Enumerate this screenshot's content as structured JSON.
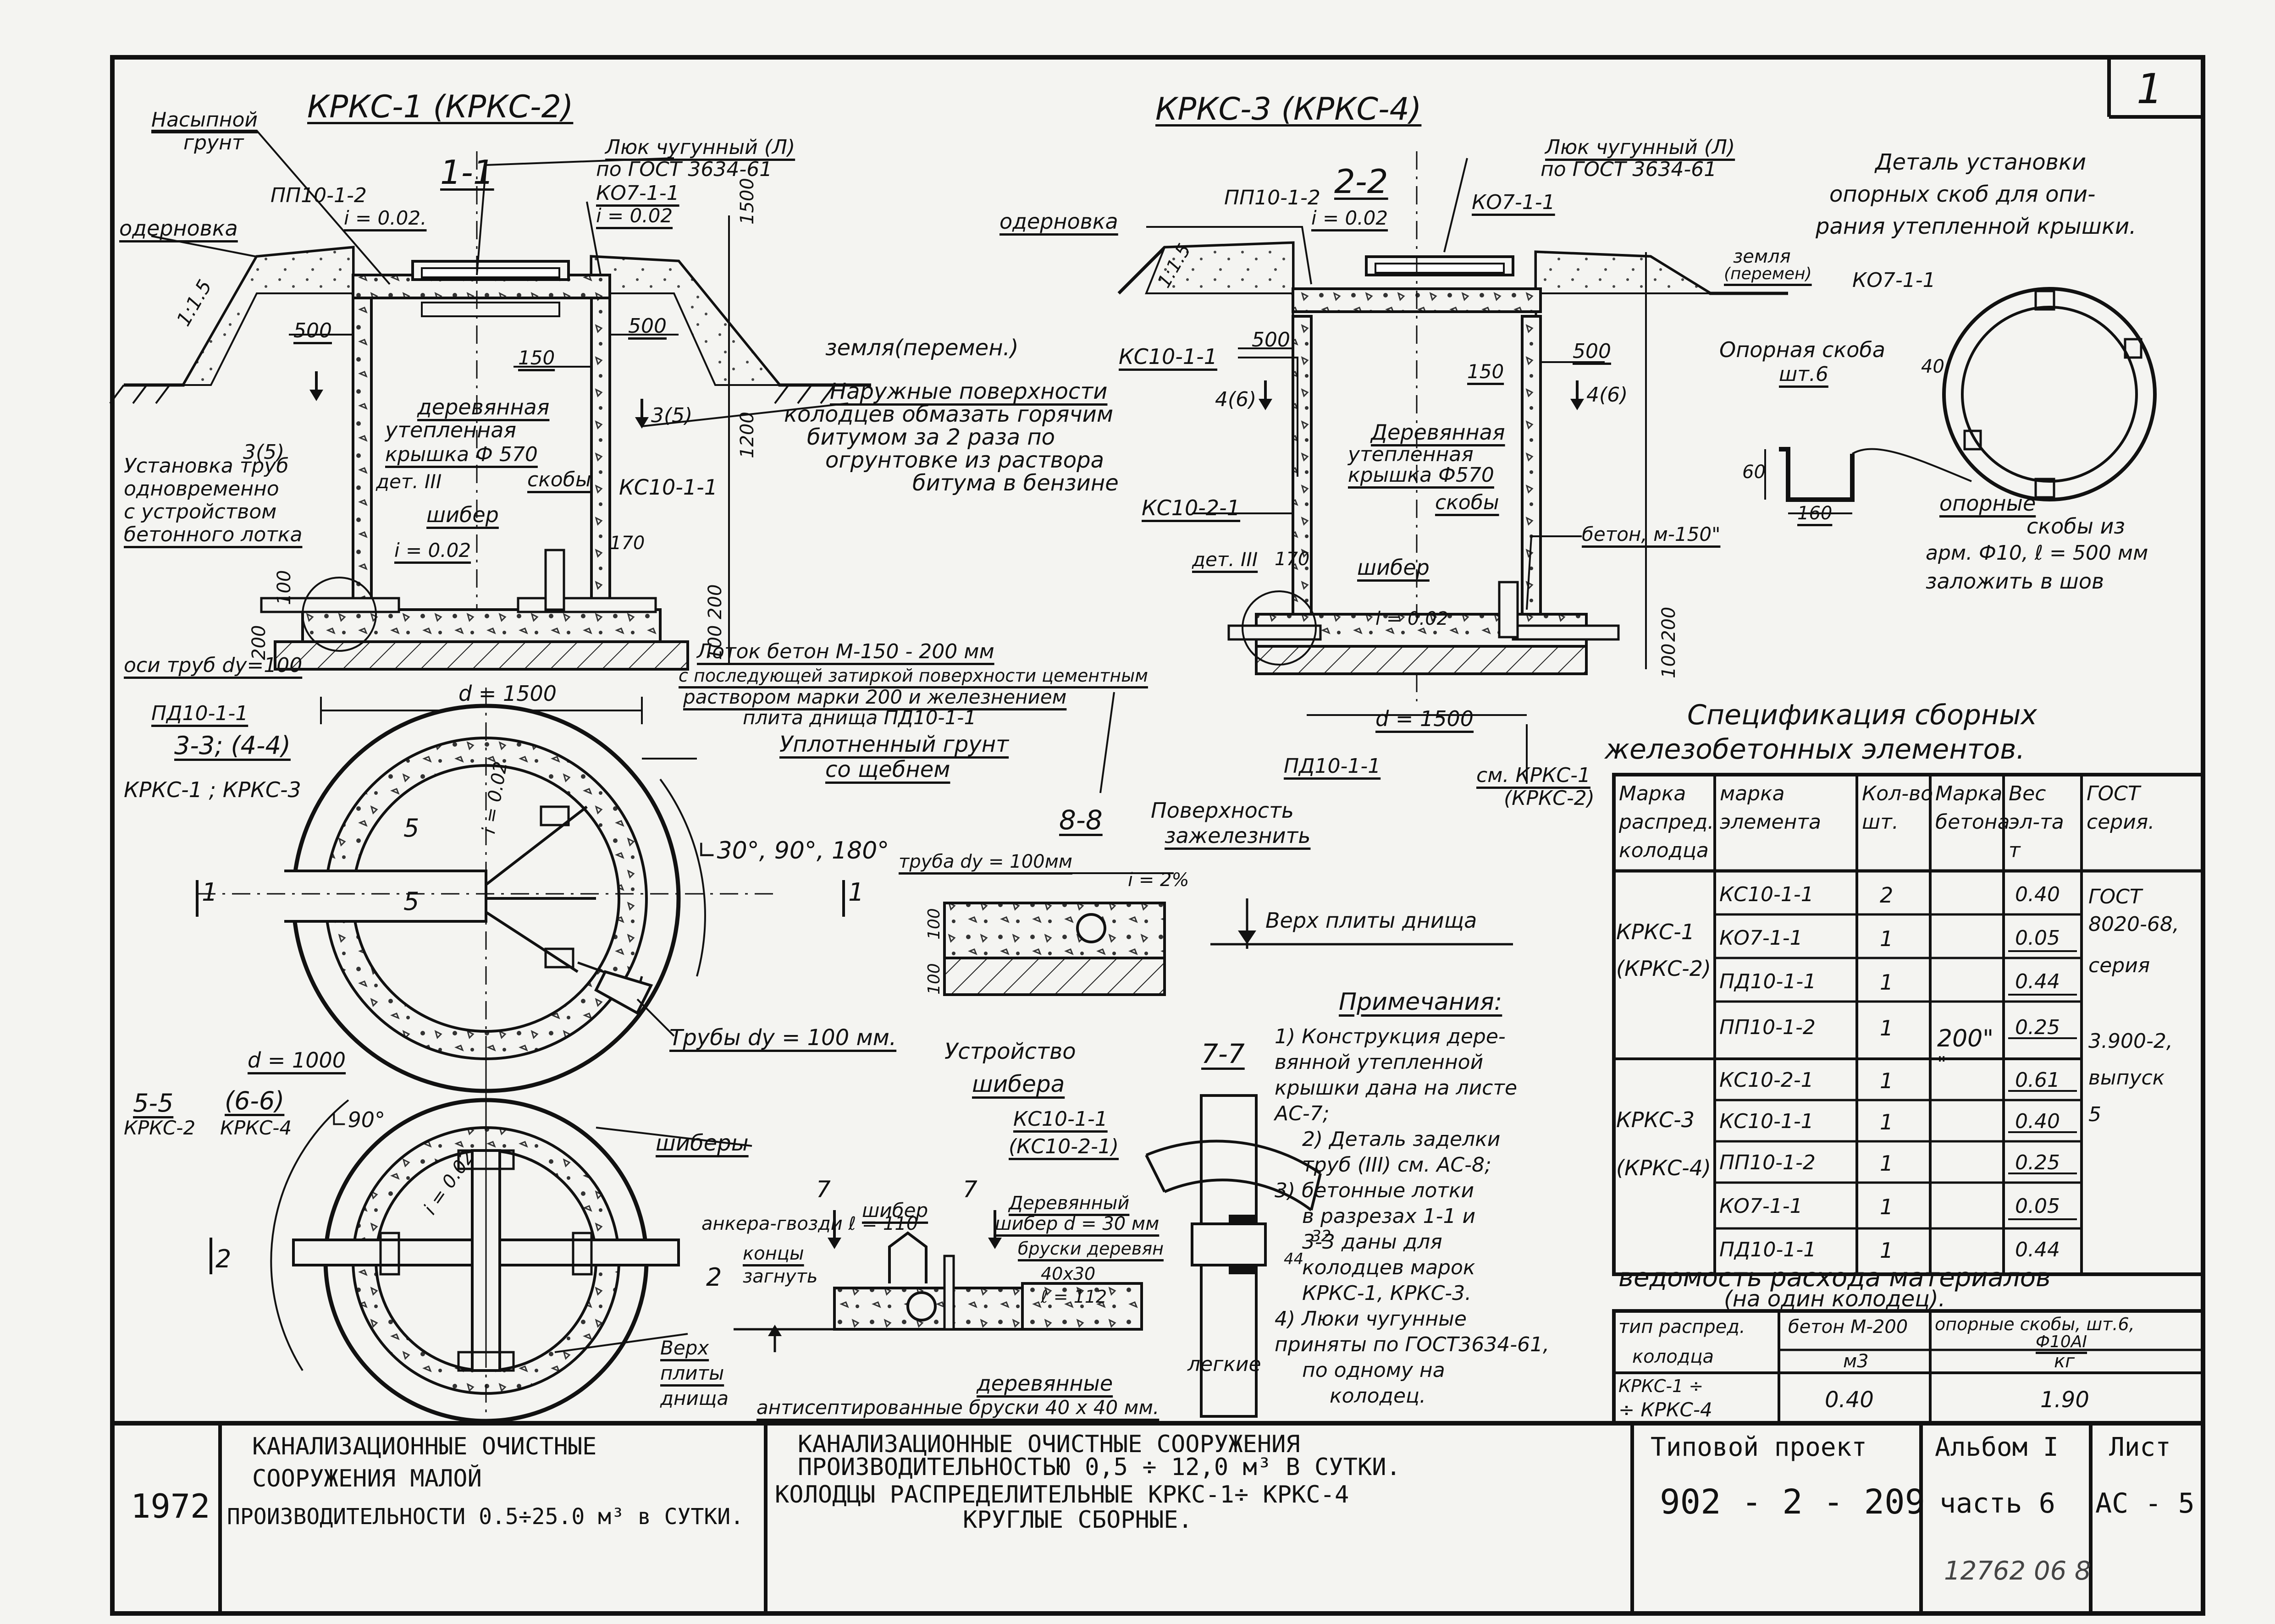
{
  "sheet_number": "1",
  "section_titles": {
    "left": "КРКС-1 (КРКС-2)",
    "right": "КРКС-3 (КРКС-4)"
  },
  "sections": {
    "s11": "1-1",
    "s22": "2-2",
    "s33": "3-3; (4-4)",
    "s33_sub": "КРКС-1 ; КРКС-3",
    "s55": "5-5",
    "s55_sub": "КРКС-2",
    "s66": "(6-6)",
    "s66_sub": "КРКС-4",
    "s88": "8-8",
    "s77": "7-7"
  },
  "labels": {
    "nasypnoy": "Насыпной",
    "grunt": "грунт",
    "odernovka_l": "одерновка",
    "odernovka_r": "одерновка",
    "slope_l": "1:1.5",
    "slope_r": "1:1.5",
    "pp_l": "ПП10-1-2",
    "pp_r": "ПП10-1-2",
    "i_l1": "i = 0.02.",
    "i_l2": "i = 0.02",
    "i_r": "i = 0.02",
    "luk_l1": "Люк чугунный (Л)",
    "luk_l2": "по ГОСТ 3634-61",
    "luk_r1": "Люк чугунный (Л)",
    "luk_r2": "по ГОСТ 3634-61",
    "ko_l": "КО7-1-1",
    "ko_r": "КО7-1-1",
    "ko_det": "КО7-1-1",
    "dim500_l1": "500",
    "dim500_l2": "500",
    "dim500_r1": "500",
    "dim500_r2": "500",
    "dim150_l": "150",
    "dim150_r": "150",
    "zemlya_l": "земля(перемен.)",
    "zemlya_r1": "земля",
    "zemlya_r2": "(перемен)",
    "derev_l1": "деревянная",
    "derev_l2": "утепленная",
    "derev_l3": "крышка Ф 570",
    "derev_r1": "Деревянная",
    "derev_r2": "утепленная",
    "derev_r3": "крышка Ф570",
    "skoby_l": "скобы",
    "skoby_r": "скобы",
    "det3_l": "дет. III",
    "det3_r": "дет. III",
    "shiber_l": "шибер",
    "shiber_r": "шибер",
    "kc_l": "КС10-1-1",
    "kc_r1": "КС10-1-1",
    "kc_r2": "КС10-2-1",
    "s35": "3(5)",
    "s35b": "3(5)",
    "s46a": "4(6)",
    "s46b": "4(6)",
    "naruzh1": "Наружные поверхности",
    "naruzh2": "колодцев обмазать горячим",
    "naruzh3": "битумом за 2 раза по",
    "naruzh4": "огрунтовке из раствора",
    "naruzh5": "битума в бензине",
    "ust1": "Установка труб",
    "ust2": "одновременно",
    "ust3": "с устройством",
    "ust4": "бетонного лотка",
    "osi": "оси труб dу=100",
    "d1500_l": "d = 1500",
    "d1500_r": "d = 1500",
    "pd_l": "ПД10-1-1",
    "pd_r": "ПД10-1-1",
    "lotok1": "Лоток бетон М-150 - 200 мм",
    "lotok2": "с последующей затиркой поверхности цементным",
    "lotok3": "раствором марки 200 и железнением",
    "lotok4": "плита днища ПД10-1-1",
    "uplot1": "Уплотненный грунт",
    "uplot2": "со щебнем",
    "sm1": "см. КРКС-1",
    "sm2": "(КРКС-2)",
    "beton_m150": "бетон, м-150\"",
    "dim1500": "1500",
    "dim1200": "1200",
    "dim170_l": "170",
    "dim170_r": "170",
    "dim200_l": "200",
    "dim100_l": "100",
    "dim100200": "100 200",
    "dim200_r": "200",
    "dim100_r": "100",
    "detail1": "Деталь установки",
    "detail2": "опорных скоб для опи-",
    "detail3": "рания утепленной крышки.",
    "opornaya1": "Опорная скоба",
    "opornaya2": "шт.6",
    "dim60": "60",
    "dim160": "160",
    "dim40": "40",
    "opornye1": "опорные",
    "opornye2": "скобы из",
    "opornye3": "арм. Ф10, ℓ = 500 мм",
    "opornye4": "заложить в шов",
    "angle": "∟30°, 90°, 180°",
    "angle90": "∟90°",
    "i002_a": "i = 0.02",
    "i002_b": "i = 0.02",
    "m5a": "5",
    "m5b": "5",
    "m1a": "1",
    "m1b": "1",
    "m2a": "2",
    "m2b": "2",
    "d1000": "d = 1000",
    "truby": "Трубы dу = 100 мм.",
    "shibery": "шиберы",
    "pov1": "Поверхность",
    "pov2": "зажелезнить",
    "truba88": "труба dу = 100мм",
    "i2pct": "i = 2%",
    "verh_plity": "Верх плиты днища",
    "d100_88": "100",
    "d100_88b": "100",
    "ustr1": "Устройство",
    "ustr2": "шибера",
    "kc_s1": "КС10-1-1",
    "kc_s2": "(КС10-2-1)",
    "m7a": "7",
    "m7b": "7",
    "shiber_s": "шибер",
    "derev_shiber1": "Деревянный",
    "derev_shiber2": "шибер d = 30 мм",
    "bruski1": "бруски деревян",
    "bruski2": "40x30",
    "bruski3": "ℓ = 112",
    "ankera": "анкера-гвозди ℓ = 110",
    "koncy1": "концы",
    "koncy2": "загнуть",
    "verh1": "Верх",
    "verh2": "плиты",
    "verh3": "днища",
    "derev_b1": "деревянные",
    "derev_b2": "легкие",
    "derev_b3": "антисептированные бруски 40 х 40 мм.",
    "dim32": "32",
    "dim44": "44"
  },
  "notes": {
    "title": "Примечания:",
    "lines": [
      "1) Конструкция дере-",
      "вянной утепленной",
      "крышки дана на листе",
      "АС-7;",
      "2) Деталь заделки",
      "труб (III) см. АС-8;",
      "3) бетонные лотки",
      "в разрезах 1-1 и",
      "3-3 даны для",
      "колодцев марок",
      "КРКС-1, КРКС-3.",
      "4) Люки чугунные",
      "приняты по ГОСТ3634-61,",
      "по одному на",
      "колодец."
    ]
  },
  "spec": {
    "title1": "Спецификация сборных",
    "title2": "железобетонных элементов.",
    "headers": [
      [
        "Марка",
        "распред.",
        "колодца"
      ],
      [
        "марка",
        "элемента"
      ],
      [
        "Кол-во",
        "шт."
      ],
      [
        "Марка",
        "бетона"
      ],
      [
        "Вес",
        "эл-та",
        "т"
      ],
      [
        "ГОСТ",
        "серия."
      ]
    ],
    "group1": [
      "КРКС-1",
      "(КРКС-2)"
    ],
    "group2": [
      "КРКС-3",
      "(КРКС-4)"
    ],
    "rows": [
      {
        "el": "КС10-1-1",
        "qty": "2",
        "w": "0.40"
      },
      {
        "el": "КО7-1-1",
        "qty": "1",
        "w": "0.05"
      },
      {
        "el": "ПД10-1-1",
        "qty": "1",
        "w": "0.44"
      },
      {
        "el": "ПП10-1-2",
        "qty": "1",
        "w": "0.25"
      },
      {
        "el": "КС10-2-1",
        "qty": "1",
        "w": "0.61"
      },
      {
        "el": "КС10-1-1",
        "qty": "1",
        "w": "0.40"
      },
      {
        "el": "ПП10-1-2",
        "qty": "1",
        "w": "0.25"
      },
      {
        "el": "КО7-1-1",
        "qty": "1",
        "w": "0.05"
      },
      {
        "el": "ПД10-1-1",
        "qty": "1",
        "w": "0.44"
      }
    ],
    "concrete": "200\"",
    "concrete_ditto": "\"",
    "gost": [
      "ГОСТ",
      "8020-68,",
      "серия",
      "3.900-2,",
      "выпуск",
      "5"
    ]
  },
  "materials": {
    "title1": "ведомость расхода материалов",
    "title2": "(на один колодец).",
    "h1a": "тип распред.",
    "h1b": "колодца",
    "h2": "бетон М-200",
    "h2u": "м3",
    "h3": "опорные скобы, шт.6,",
    "h3b": "Ф10АI",
    "h3u": "кг",
    "row_type1": "КРКС-1 ÷",
    "row_type2": "÷ КРКС-4",
    "row_concrete": "0.40",
    "row_brackets": "1.90"
  },
  "title_block": {
    "year": "1972",
    "left1": "КАНАЛИЗАЦИОННЫЕ ОЧИСТНЫЕ",
    "left2": "СООРУЖЕНИЯ МАЛОЙ",
    "left3": "ПРОИЗВОДИТЕЛЬНОСТИ 0.5÷25.0 м³ в СУТКИ.",
    "mid1": "КАНАЛИЗАЦИОННЫЕ ОЧИСТНЫЕ СООРУЖЕНИЯ",
    "mid2": "ПРОИЗВОДИТЕЛЬНОСТЬЮ 0,5 ÷ 12,0 м³ В СУТКИ.",
    "mid3": "КОЛОДЦЫ РАСПРЕДЕЛИТЕЛЬНЫЕ КРКС-1÷ КРКС-4",
    "mid4": "КРУГЛЫЕ СБОРНЫЕ.",
    "project_label": "Типовой проект",
    "project_no": "902 - 2 - 209",
    "album": "Альбом I",
    "part": "часть 6",
    "sheet_label": "Лист",
    "sheet": "АС - 5"
  },
  "stamp": "12762 06 8"
}
